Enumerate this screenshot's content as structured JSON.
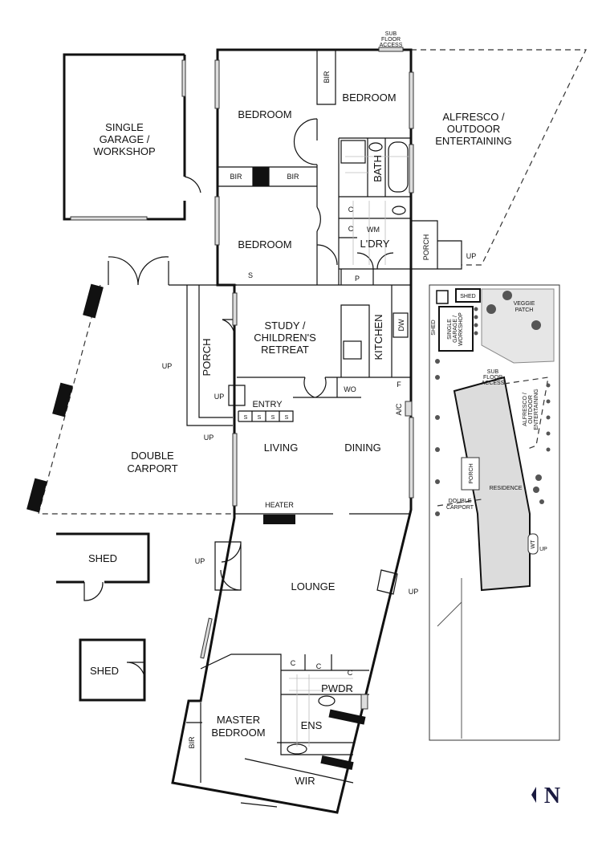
{
  "rooms": {
    "garage": [
      "SINGLE",
      "GARAGE /",
      "WORKSHOP"
    ],
    "bedroom_1": "BEDROOM",
    "bedroom_2": "BEDROOM",
    "bedroom_3": "BEDROOM",
    "bir_top": "BIR",
    "bir_left": "BIR",
    "bir_right": "BIR",
    "sub_floor_access": [
      "SUB",
      "FLOOR",
      "ACCESS"
    ],
    "alfresco": [
      "ALFRESCO /",
      "OUTDOOR",
      "ENTERTAINING"
    ],
    "bath": "BATH",
    "c1": "C",
    "c2": "C",
    "wm": "WM",
    "laundry": "L'DRY",
    "porch_rear": "PORCH",
    "up_rear": "UP",
    "p": "P",
    "s_top": "S",
    "study": [
      "STUDY /",
      "CHILDREN'S",
      "RETREAT"
    ],
    "kitchen": "KITCHEN",
    "dw": "DW",
    "wo": "WO",
    "f": "F",
    "ac": "A/C",
    "porch_front": "PORCH",
    "up1": "UP",
    "up2": "UP",
    "up3": "UP",
    "entry": "ENTRY",
    "s_row": [
      "S",
      "S",
      "S",
      "S"
    ],
    "living": "LIVING",
    "dining": "DINING",
    "carport": [
      "DOUBLE",
      "CARPORT"
    ],
    "heater": "HEATER",
    "lounge": "LOUNGE",
    "up_lounge_left": "UP",
    "up_lounge_right": "UP",
    "shed1": "SHED",
    "shed2": "SHED",
    "c_lounge": [
      "C",
      "C",
      "C"
    ],
    "pwdr": "PWDR",
    "master": [
      "MASTER",
      "BEDROOM"
    ],
    "ens": "ENS",
    "bir_master": "BIR",
    "wir": "WIR"
  },
  "site_plan": {
    "shed_top": "SHED",
    "shed_side": "SHED",
    "veggie": [
      "VEGGIE",
      "PATCH"
    ],
    "garage": [
      "SINGLE",
      "GARAGE /",
      "WORKSHOP"
    ],
    "sub_floor": [
      "SUB",
      "FLOOR",
      "ACCESS"
    ],
    "alfresco": [
      "ALFRESCO /",
      "OUTDOOR",
      "ENTERTAINING"
    ],
    "porch": "PORCH",
    "residence": "RESIDENCE",
    "carport": [
      "DOUBLE",
      "CARPORT"
    ],
    "wt": "WT",
    "up": "UP"
  },
  "north": "N"
}
